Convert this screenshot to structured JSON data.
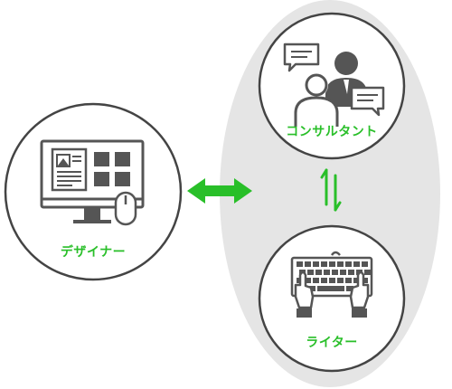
{
  "colors": {
    "accent": "#29bf29",
    "icon": "#555555",
    "icon_light": "#9a9a9a",
    "ring": "#444444",
    "group_bg": "#e5e5e5",
    "circle_fill": "#ffffff"
  },
  "roles": {
    "designer": {
      "label": "デザイナー",
      "icon": "computer-monitor-icon"
    },
    "consultant": {
      "label": "コンサルタント",
      "icon": "meeting-people-icon"
    },
    "writer": {
      "label": "ライター",
      "icon": "typing-keyboard-icon"
    }
  },
  "connectors": {
    "designer_group": "double-arrow-horizontal",
    "consultant_writer": "exchange-arrows-vertical"
  }
}
